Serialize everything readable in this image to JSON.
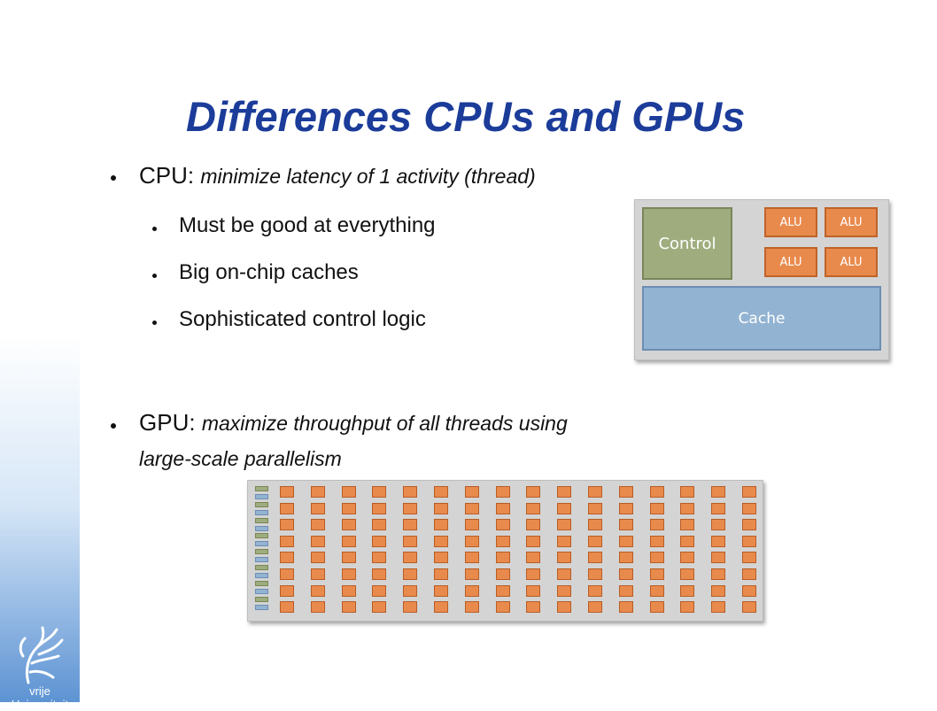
{
  "slide": {
    "title": "Differences CPUs and GPUs",
    "cpu_bullet": {
      "lead": "CPU:",
      "desc": "minimize latency of 1 activity (thread)"
    },
    "cpu_sub": [
      "Must be good at everything",
      "Big on-chip caches",
      "Sophisticated control logic"
    ],
    "gpu_bullet": {
      "lead": "GPU:",
      "desc_line1": "maximize throughput of all threads using",
      "desc_line2": "large-scale parallelism"
    }
  },
  "cpu_diagram": {
    "control_label": "Control",
    "alu_labels": [
      "ALU",
      "ALU",
      "ALU",
      "ALU"
    ],
    "cache_label": "Cache"
  },
  "gpu_diagram": {
    "columns": 16,
    "rows": 8
  },
  "branding": {
    "logo_text": "vrije Universiteit"
  },
  "colors": {
    "title": "#1c3c9a",
    "alu": "#e98a4d",
    "control": "#9fad7e",
    "cache": "#93b3d2",
    "frame": "#d4d4d4"
  }
}
